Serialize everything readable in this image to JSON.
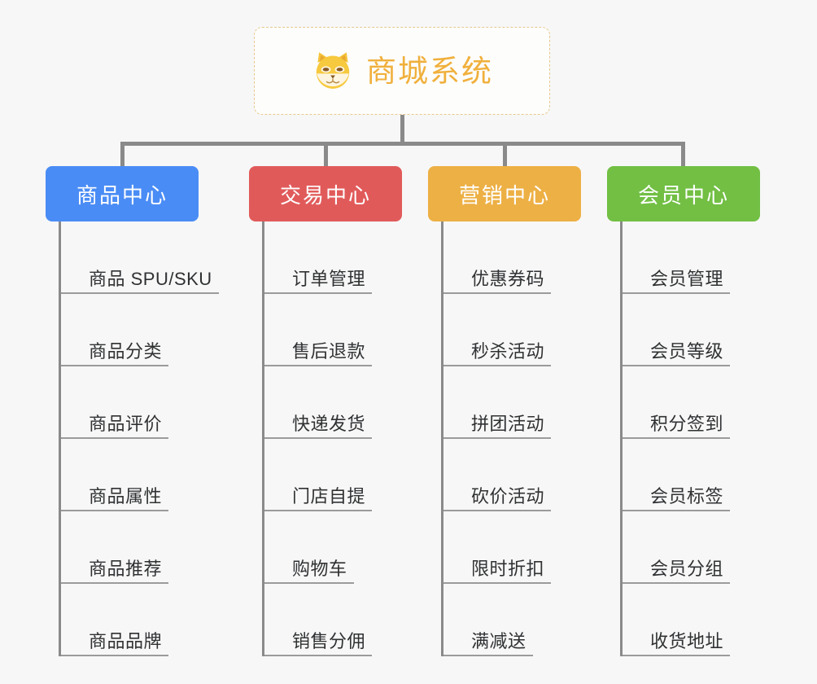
{
  "background_color": "#f7f7f7",
  "root": {
    "title": "商城系统",
    "icon": "shiba-dog-icon",
    "text_color": "#f0b03c",
    "border_color": "#e8c98b"
  },
  "connector_color": "#8a8a8a",
  "branches": [
    {
      "title": "商品中心",
      "color": "#4a8cf5",
      "items": [
        "商品 SPU/SKU",
        "商品分类",
        "商品评价",
        "商品属性",
        "商品推荐",
        "商品品牌"
      ]
    },
    {
      "title": "交易中心",
      "color": "#e15a5a",
      "items": [
        "订单管理",
        "售后退款",
        "快递发货",
        "门店自提",
        "购物车",
        "销售分佣"
      ]
    },
    {
      "title": "营销中心",
      "color": "#edb045",
      "items": [
        "优惠券码",
        "秒杀活动",
        "拼团活动",
        "砍价活动",
        "限时折扣",
        "满减送"
      ]
    },
    {
      "title": "会员中心",
      "color": "#72bf44",
      "items": [
        "会员管理",
        "会员等级",
        "积分签到",
        "会员标签",
        "会员分组",
        "收货地址"
      ]
    }
  ]
}
